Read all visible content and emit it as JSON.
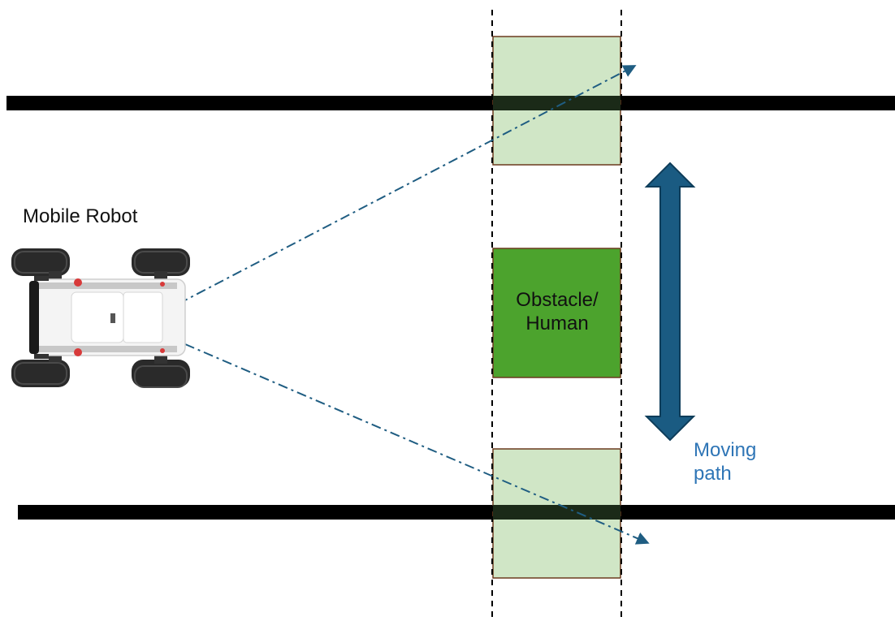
{
  "diagram": {
    "robot_label": "Mobile Robot",
    "obstacle_label": "Obstacle/\nHuman",
    "moving_path_label": "Moving\npath"
  },
  "colors": {
    "wall": "#000000",
    "zone_fill_light": "#d0e6c6",
    "zone_border": "#6b3a1f",
    "obstacle_fill": "#4ca32d",
    "arrow": "#1a5b82",
    "sensor_line": "#1f5d82",
    "path_text": "#2e75b6"
  },
  "icons": {
    "robot": "mobile-robot-top-view",
    "moving_path_arrow": "double-headed-arrow-vertical"
  }
}
